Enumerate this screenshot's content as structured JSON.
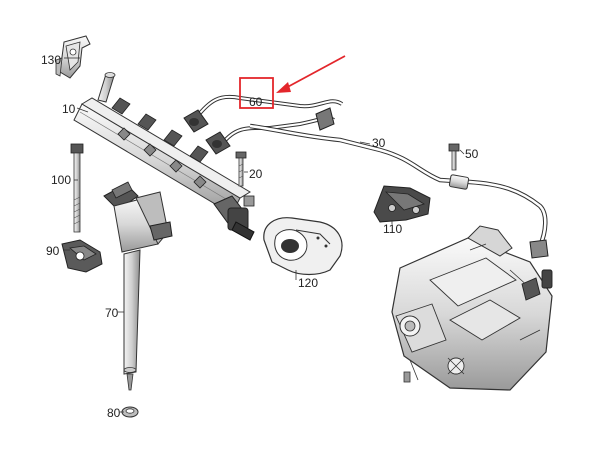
{
  "diagram": {
    "part_labels": {
      "p10": "10",
      "p20": "20",
      "p30": "30",
      "p50": "50",
      "p60": "60",
      "p70": "70",
      "p80": "80",
      "p90": "90",
      "p100": "100",
      "p110": "110",
      "p120": "120",
      "p130": "130"
    },
    "highlight": {
      "target_part": "60",
      "color": "#e3262b"
    },
    "line_color": "#333333"
  }
}
